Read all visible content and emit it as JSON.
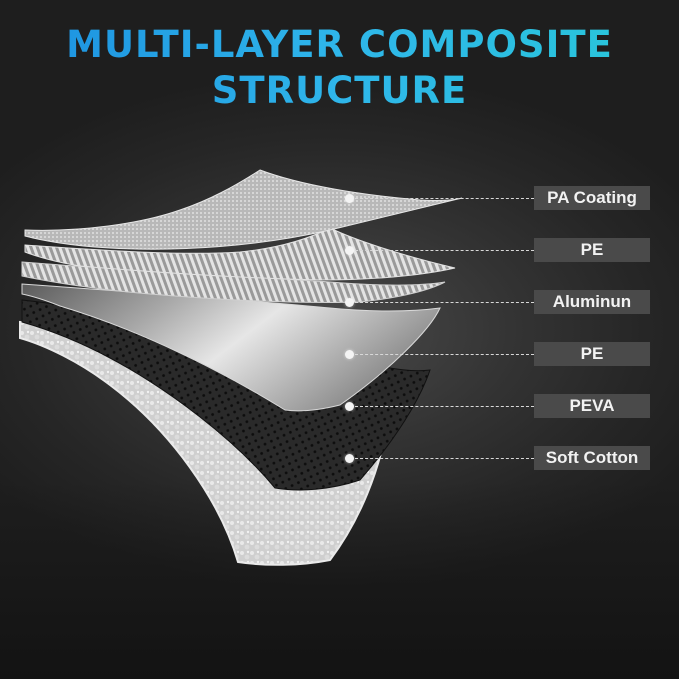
{
  "title": {
    "line1": "MULTI-LAYER COMPOSITE",
    "line2": "STRUCTURE"
  },
  "layers": [
    {
      "label": "PA Coating"
    },
    {
      "label": "PE"
    },
    {
      "label": "Aluminun"
    },
    {
      "label": "PE"
    },
    {
      "label": "PEVA"
    },
    {
      "label": "Soft Cotton"
    }
  ]
}
